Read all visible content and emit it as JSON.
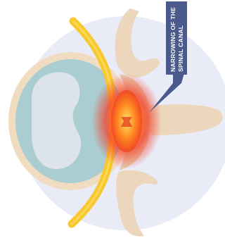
{
  "callout": {
    "line1": "NARROWING OF THE",
    "line2": "SPINAL CANAL"
  },
  "colors": {
    "background_disc": "#e9ebf7",
    "bone": "#ecd7bd",
    "disc_outer": "#f0dcc0",
    "disc_core": "#a9cdd0",
    "nucleus": "#dde3ea",
    "nerve": "#f8c82c",
    "inflammation": "#f25022",
    "callout_bg": "#4a5a8c"
  },
  "icons": [
    "vertebral-disc",
    "spinal-nerve",
    "inflammation-glow",
    "callout-pointer"
  ]
}
